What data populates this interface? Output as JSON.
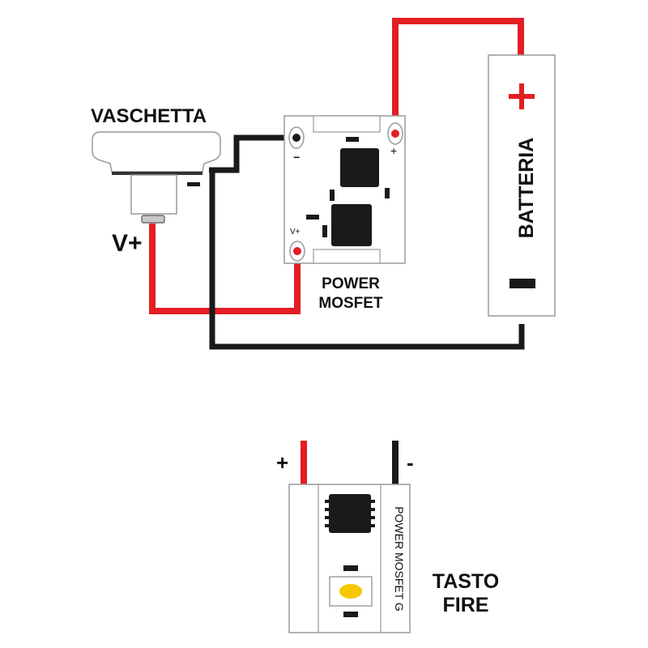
{
  "labels": {
    "vaschetta": "VASCHETTA",
    "v_plus": "V+",
    "minus": "−",
    "mosfet_power": "POWER",
    "mosfet_mosfet": "MOSFET",
    "mosfet_minus": "−",
    "mosfet_plus": "+",
    "mosfet_vplus": "V+",
    "battery": "BATTERIA",
    "battery_plus": "+",
    "battery_minus": "−",
    "fire_plus": "+",
    "fire_minus": "-",
    "fire_board": "POWER MOSFET G",
    "fire_tasto": "TASTO",
    "fire_fire": "FIRE"
  },
  "colors": {
    "wire_red": "#e31e24",
    "wire_black": "#1a1a1a",
    "outline": "#9a9a9a",
    "chip": "#1a1a1a",
    "button_yellow": "#f6c700"
  }
}
